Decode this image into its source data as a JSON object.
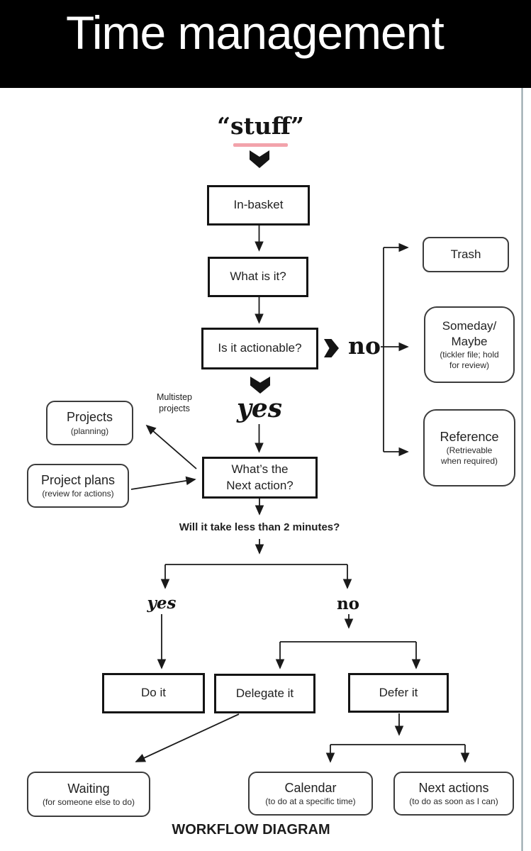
{
  "header": {
    "title": "Time management"
  },
  "flow": {
    "stuff": "“stuff”",
    "in_basket": "In-basket",
    "what_is_it": "What is it?",
    "actionable": "Is it actionable?",
    "no_big": "no",
    "yes_big": "yes",
    "trash": "Trash",
    "someday_line1": "Someday/",
    "someday_line2": "Maybe",
    "someday_sub1": "(tickler file; hold",
    "someday_sub2": "for review)",
    "reference": "Reference",
    "reference_sub1": "(Retrievable",
    "reference_sub2": "when required)",
    "multistep_line1": "Multistep",
    "multistep_line2": "projects",
    "projects": "Projects",
    "projects_sub": "(planning)",
    "project_plans": "Project plans",
    "project_plans_sub": "(review for actions)",
    "whats_next_line1": "What’s the",
    "whats_next_line2": "Next action?",
    "two_min_question": "Will it take less than 2 minutes?",
    "yes_small": "yes",
    "no_small": "no",
    "do_it": "Do it",
    "delegate_it": "Delegate it",
    "defer_it": "Defer it",
    "waiting": "Waiting",
    "waiting_sub": "(for someone else to do)",
    "calendar": "Calendar",
    "calendar_sub": "(to do at a specific time)",
    "next_actions": "Next actions",
    "next_actions_sub": "(to do as soon as I can)"
  },
  "footer": {
    "label": "WORKFLOW DIAGRAM"
  },
  "colors": {
    "underline_pink": "#f2a3ab",
    "edge_line": "#90a1a7",
    "ink": "#1a1a1a"
  }
}
